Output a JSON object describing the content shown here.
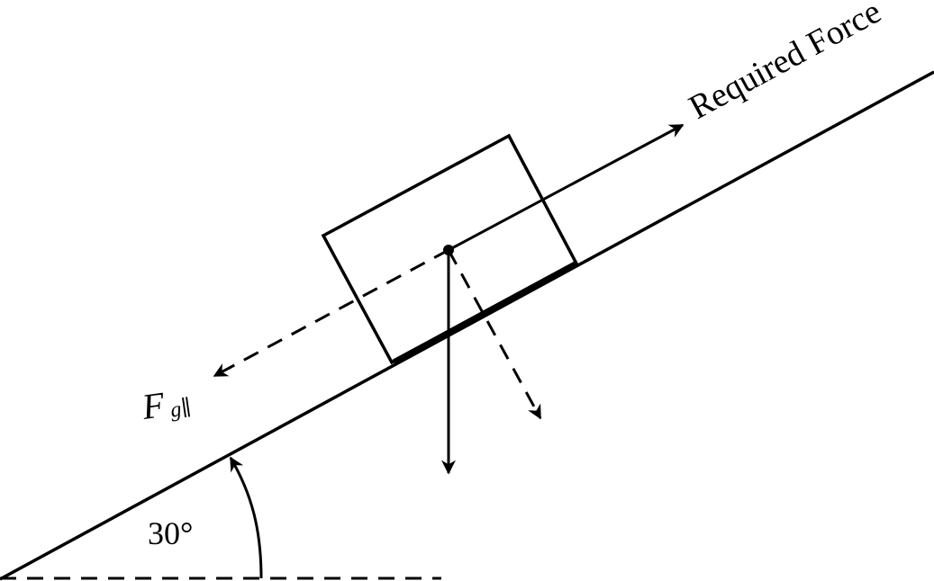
{
  "labels": {
    "required_force": "Required Force",
    "fg_parallel_main": "F",
    "fg_parallel_sub": "g∥",
    "angle": "30°"
  },
  "colors": {
    "ink": "#000000",
    "background": "#ffffff"
  }
}
